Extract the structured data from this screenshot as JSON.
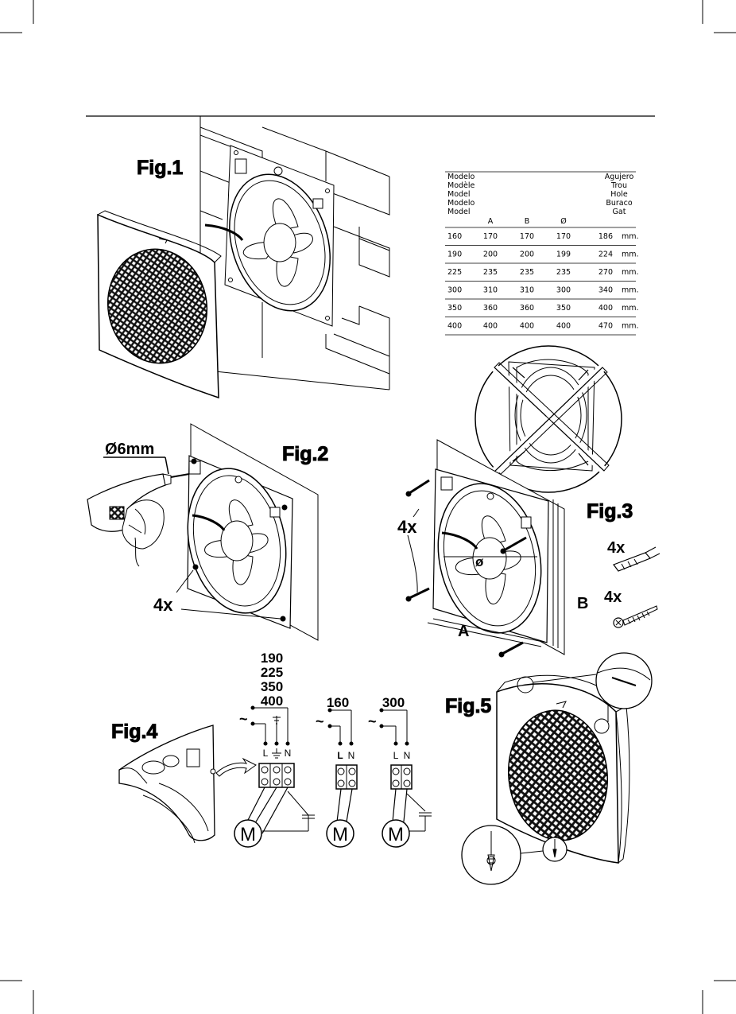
{
  "figures": {
    "fig1": "Fig.1",
    "fig2": "Fig.2",
    "fig3": "Fig.3",
    "fig4": "Fig.4",
    "fig5": "Fig.5"
  },
  "table": {
    "model_header": [
      "Modelo",
      "Modèle",
      "Model",
      "Modelo",
      "Model"
    ],
    "hole_header": [
      "Agujero",
      "Trou",
      "Hole",
      "Buraco",
      "Gat"
    ],
    "col_a": "A",
    "col_b": "B",
    "col_d": "Ø",
    "rows": [
      {
        "model": "160",
        "a": "170",
        "b": "170",
        "d": "170",
        "hole": "186",
        "unit": "mm."
      },
      {
        "model": "190",
        "a": "200",
        "b": "200",
        "d": "199",
        "hole": "224",
        "unit": "mm."
      },
      {
        "model": "225",
        "a": "235",
        "b": "235",
        "d": "235",
        "hole": "270",
        "unit": "mm."
      },
      {
        "model": "300",
        "a": "310",
        "b": "310",
        "d": "300",
        "hole": "340",
        "unit": "mm."
      },
      {
        "model": "350",
        "a": "360",
        "b": "360",
        "d": "350",
        "hole": "400",
        "unit": "mm."
      },
      {
        "model": "400",
        "a": "400",
        "b": "400",
        "d": "400",
        "hole": "470",
        "unit": "mm."
      }
    ]
  },
  "fig2": {
    "drill": "Ø6mm",
    "count": "4x"
  },
  "fig3": {
    "count_screws": "4x",
    "count_plugs": "4x",
    "count_wood": "4x",
    "dim_d": "ø",
    "dim_a": "A",
    "dim_b": "B"
  },
  "fig4": {
    "models_earth": [
      "190",
      "225",
      "350",
      "400"
    ],
    "model_160": "160",
    "model_300": "300",
    "tilde": "~",
    "L": "L",
    "N": "N",
    "motor": "M"
  }
}
